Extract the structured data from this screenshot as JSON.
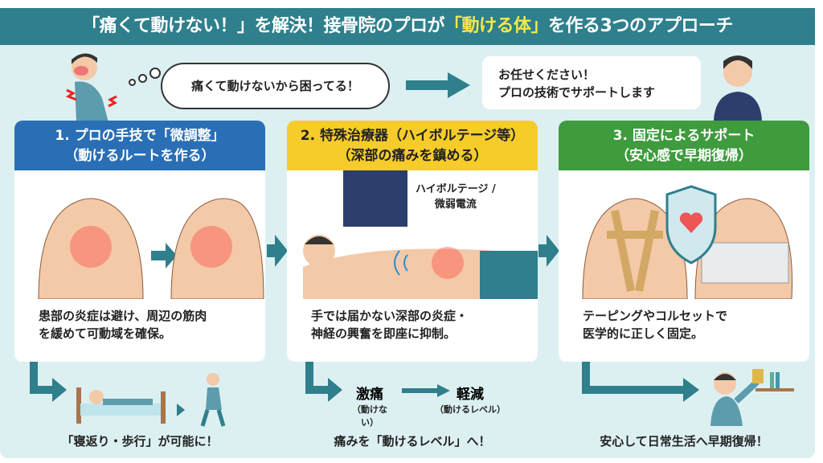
{
  "title": {
    "part1": "「痛くて動けない！」を解決！接骨院のプロが",
    "highlight": "「動ける体」",
    "part2": "を作る3つのアプローチ"
  },
  "patient_thought": "痛くて動けないから困ってる！",
  "practitioner_speech": {
    "line1": "お任せください！",
    "line2": "プロの技術でサポートします"
  },
  "cards": [
    {
      "title": "1. プロの手技で「微調整」",
      "subtitle": "（動けるルートを作る）",
      "desc_line1": "患部の炎症は避け、周辺の筋肉",
      "desc_line2": "を緩めて可動域を確保。",
      "result": "「寝返り・歩行」が可能に！",
      "color": "#2a6fb5"
    },
    {
      "title": "2. 特殊治療器（ハイボルテージ等）",
      "subtitle": "（深部の痛みを鎮める）",
      "device_label_1": "ハイボルテージ /",
      "device_label_2": "微弱電流",
      "desc_line1": "手では届かない深部の炎症・",
      "desc_line2": "神経の興奮を即座に抑制。",
      "pain_before": "激痛",
      "pain_before_sub": "（動けない）",
      "pain_after": "軽減",
      "pain_after_sub": "（動けるレベル）",
      "result": "痛みを「動けるレベル」へ！",
      "color": "#f5cc2a"
    },
    {
      "title": "3. 固定によるサポート",
      "subtitle": "（安心感で早期復帰）",
      "desc_line1": "テーピングやコルセットで",
      "desc_line2": "医学的に正しく固定。",
      "result": "安心して日常生活へ早期復帰！",
      "color": "#3e9b3e"
    }
  ],
  "colors": {
    "teal": "#2f7f8c",
    "background": "#dcf0f2"
  }
}
